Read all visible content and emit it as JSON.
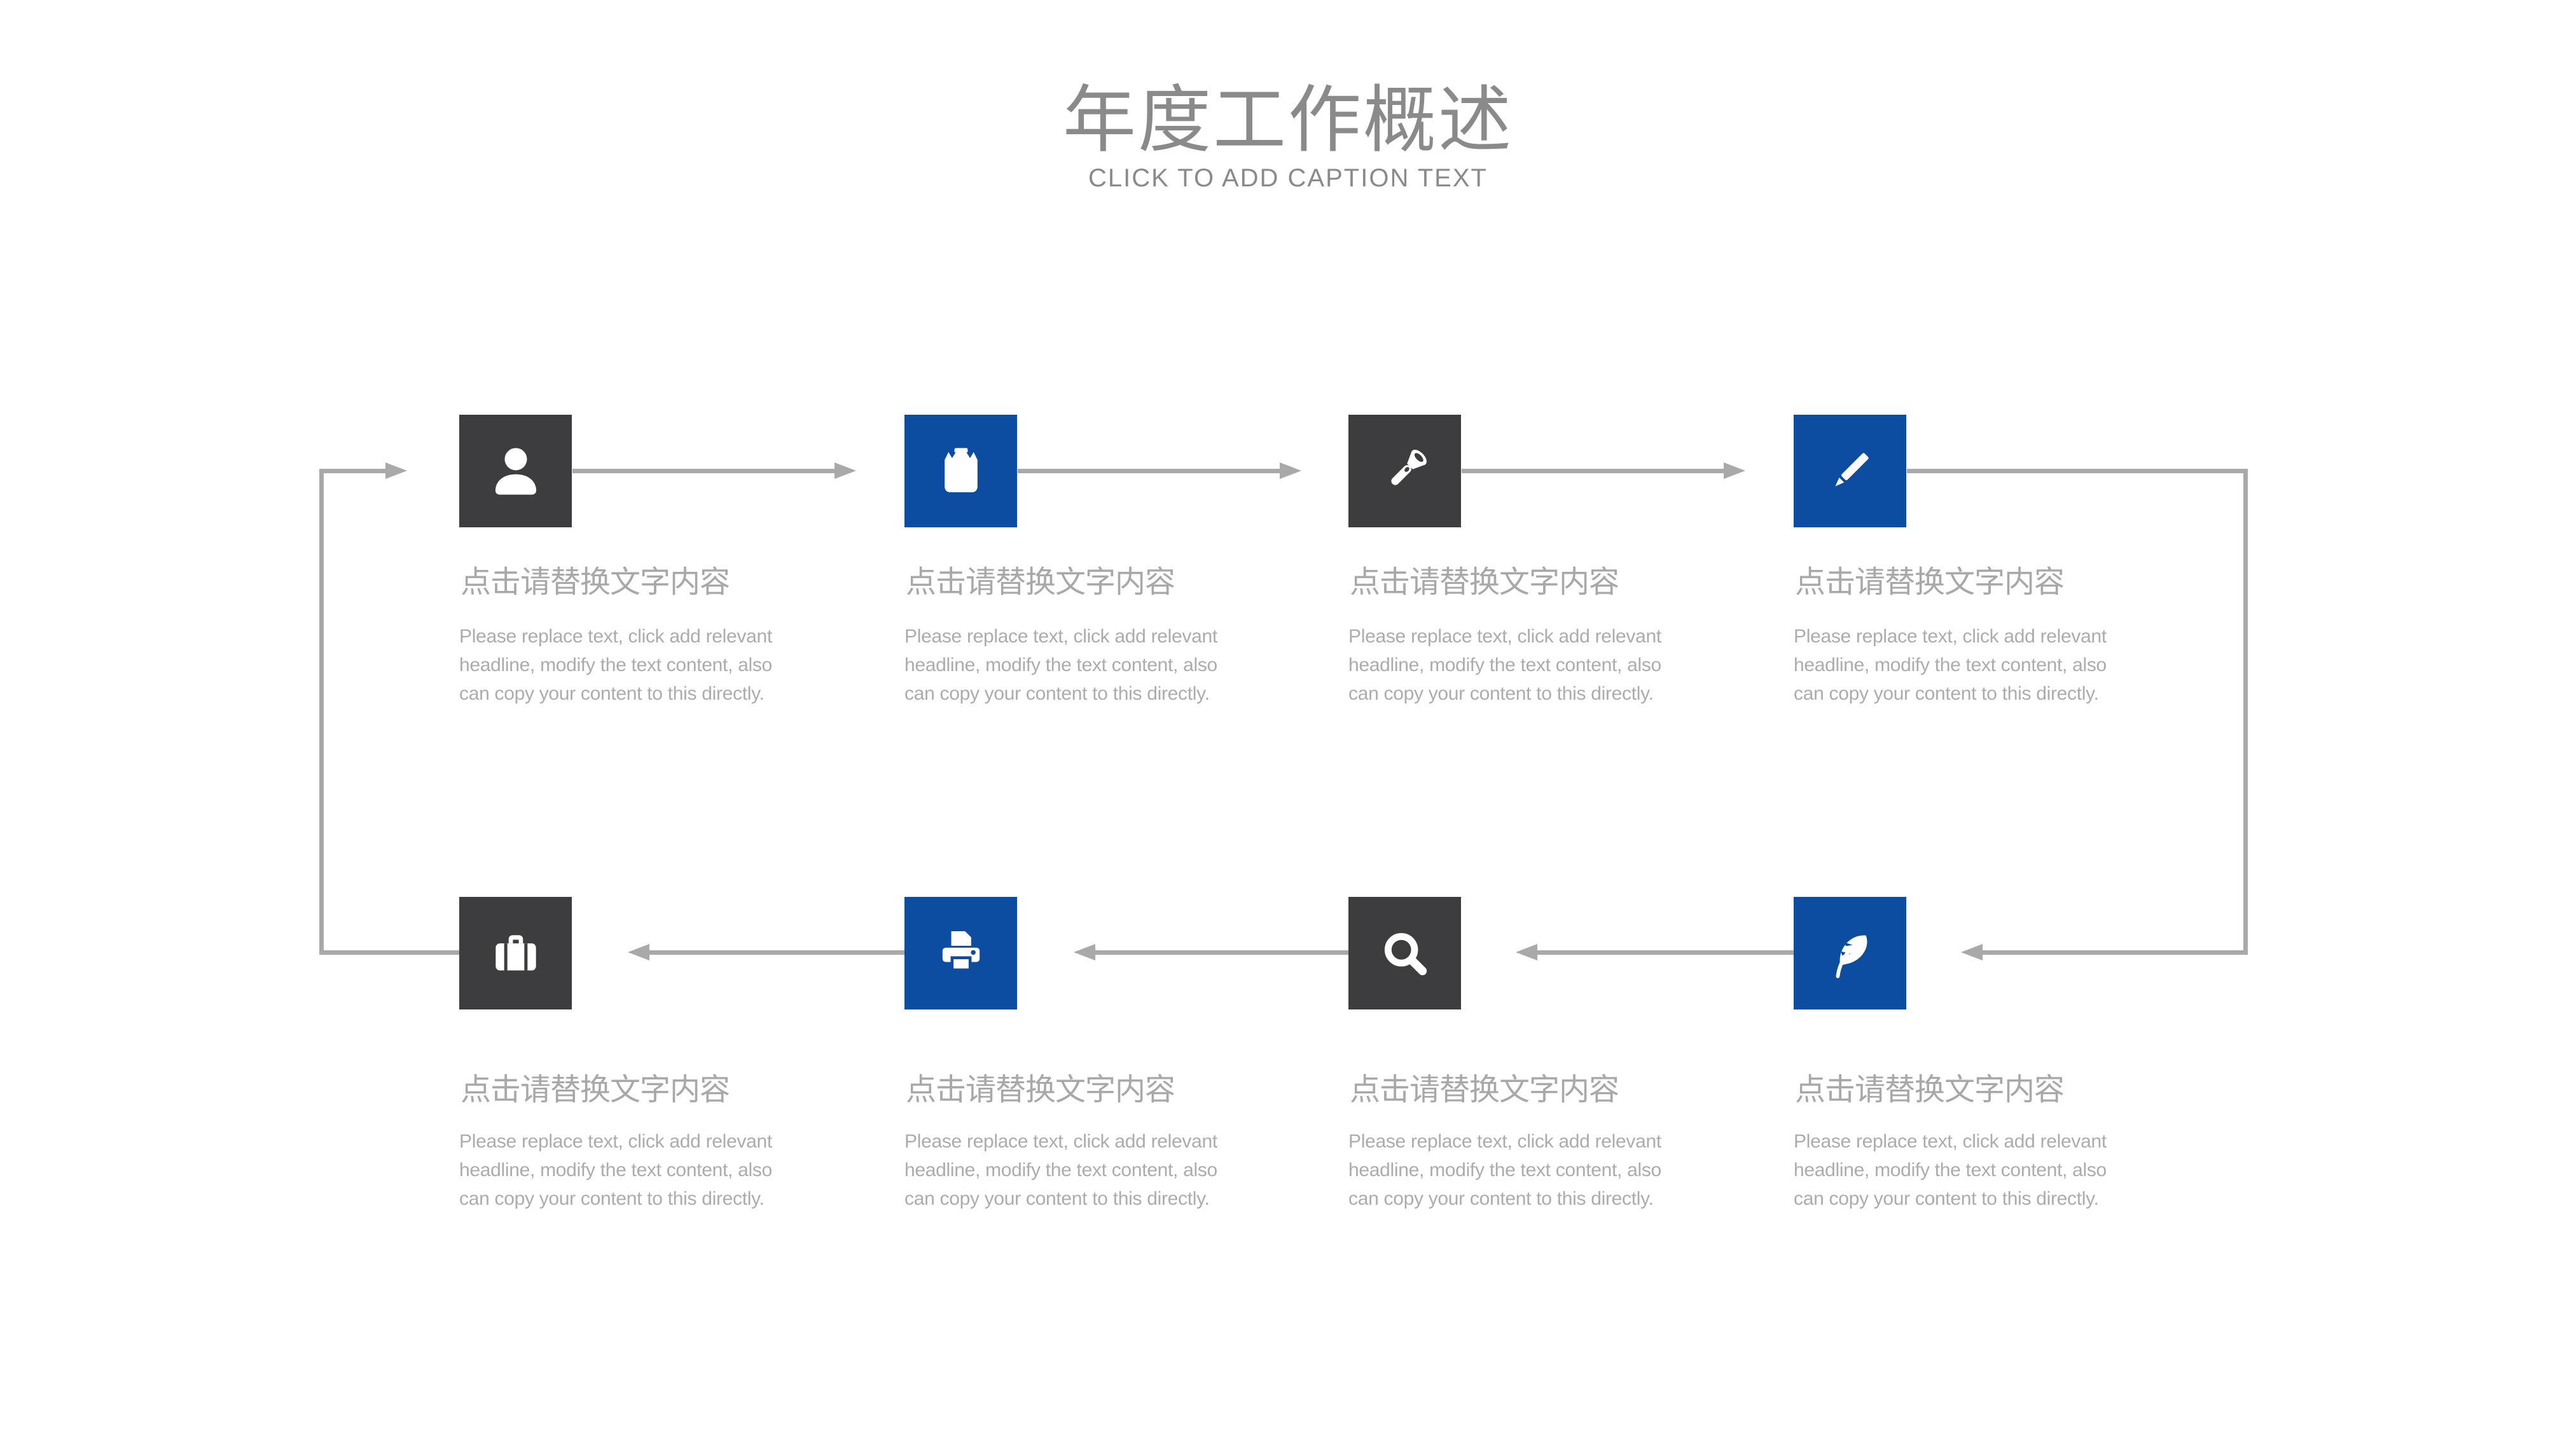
{
  "header": {
    "title": "年度工作概述",
    "subtitle": "CLICK TO ADD CAPTION TEXT"
  },
  "palette": {
    "background": "#ffffff",
    "blue": "#0d4da1",
    "dark": "#3d3d3f",
    "line": "#a9a9a9",
    "title_text": "#8a8a8a",
    "heading_text": "#a8a8a8",
    "body_text": "#acacac",
    "icon_glyph": "#ffffff"
  },
  "steps": [
    {
      "icon": "user-icon",
      "tile": "dark",
      "heading": "点击请替换文字内容",
      "body_lines": [
        "Please replace text, click add relevant",
        "headline, modify the text content, also",
        "can copy your content to this directly."
      ]
    },
    {
      "icon": "clipboard-icon",
      "tile": "blue",
      "heading": "点击请替换文字内容",
      "body_lines": [
        "Please replace text, click add relevant",
        "headline, modify the text content, also",
        "can copy your content to this directly."
      ]
    },
    {
      "icon": "flashlight-icon",
      "tile": "dark",
      "heading": "点击请替换文字内容",
      "body_lines": [
        "Please replace text, click add relevant",
        "headline, modify the text content, also",
        "can copy your content to this directly."
      ]
    },
    {
      "icon": "pencil-icon",
      "tile": "blue",
      "heading": "点击请替换文字内容",
      "body_lines": [
        "Please replace text, click add relevant",
        "headline, modify the text content, also",
        "can copy your content to this directly."
      ]
    },
    {
      "icon": "briefcase-icon",
      "tile": "dark",
      "heading": "点击请替换文字内容",
      "body_lines": [
        "Please replace text, click add relevant",
        "headline, modify the text content, also",
        "can copy your content to this directly."
      ]
    },
    {
      "icon": "printer-icon",
      "tile": "blue",
      "heading": "点击请替换文字内容",
      "body_lines": [
        "Please replace text, click add relevant",
        "headline, modify the text content, also",
        "can copy your content to this directly."
      ]
    },
    {
      "icon": "search-icon",
      "tile": "dark",
      "heading": "点击请替换文字内容",
      "body_lines": [
        "Please replace text, click add relevant",
        "headline, modify the text content, also",
        "can copy your content to this directly."
      ]
    },
    {
      "icon": "feather-icon",
      "tile": "blue",
      "heading": "点击请替换文字内容",
      "body_lines": [
        "Please replace text, click add relevant",
        "headline, modify the text content, also",
        "can copy your content to this directly."
      ]
    }
  ]
}
